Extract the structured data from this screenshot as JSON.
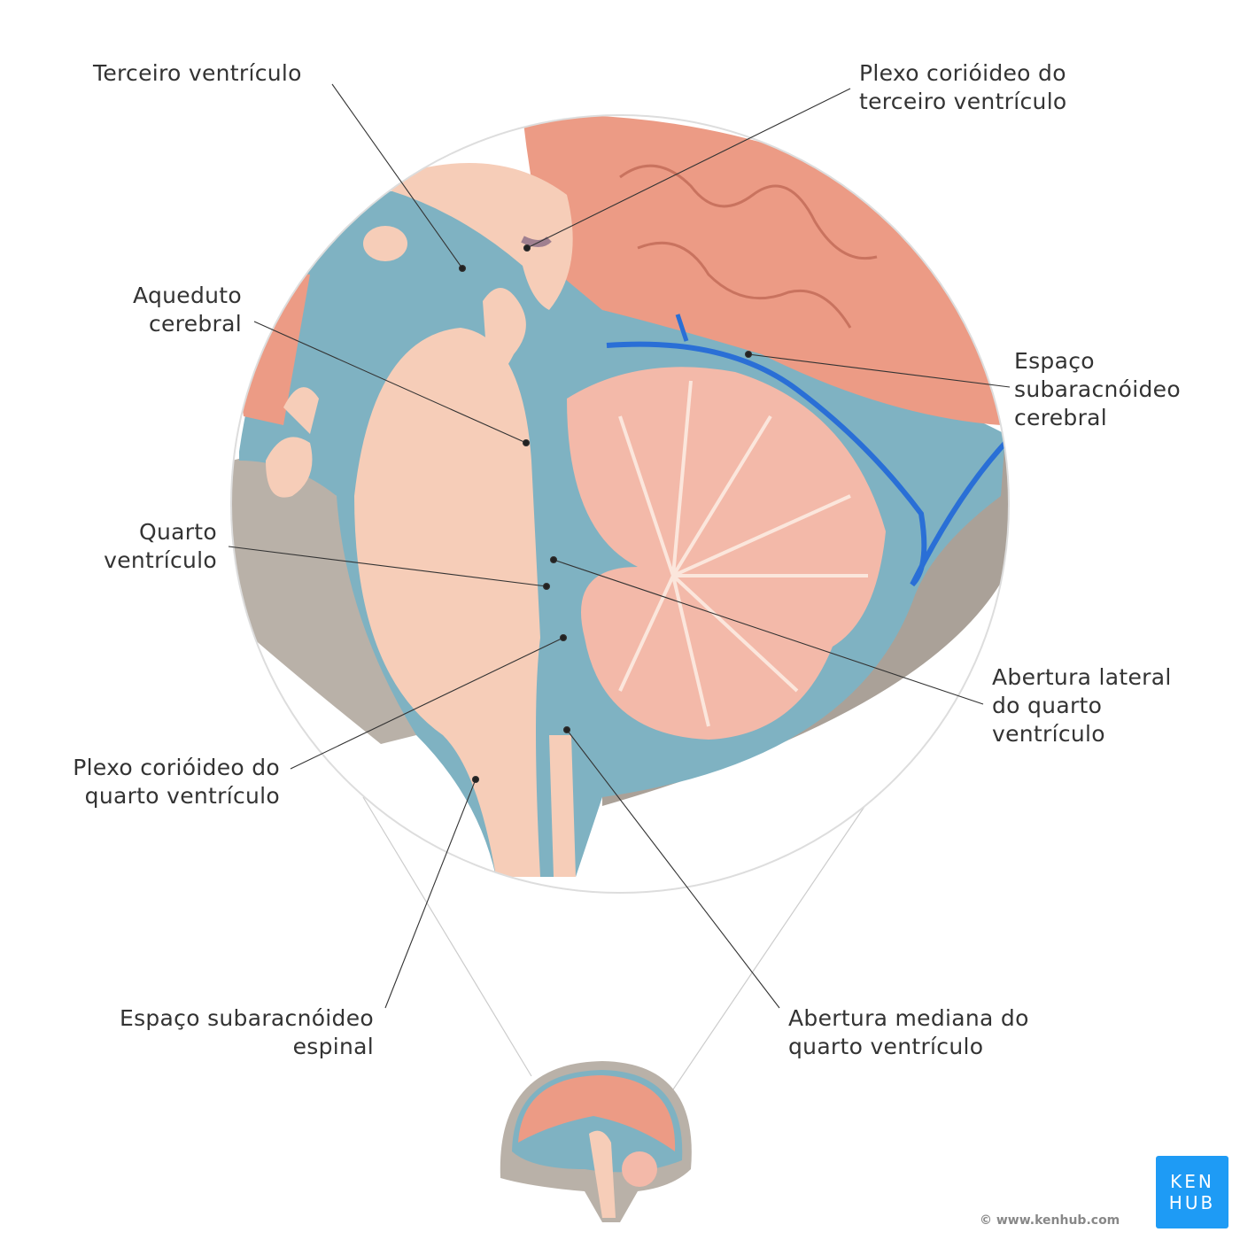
{
  "labels": {
    "third_ventricle": "Terceiro ventrículo",
    "choroid_third_1": "Plexo corióideo do",
    "choroid_third_2": "terceiro ventrículo",
    "aqueduct_1": "Aqueduto",
    "aqueduct_2": "cerebral",
    "cerebral_sas_1": "Espaço",
    "cerebral_sas_2": "subaracnóideo",
    "cerebral_sas_3": "cerebral",
    "fourth_ventricle_1": "Quarto",
    "fourth_ventricle_2": "ventrículo",
    "lateral_aperture_1": "Abertura lateral",
    "lateral_aperture_2": "do quarto",
    "lateral_aperture_3": "ventrículo",
    "choroid_fourth_1": "Plexo corióideo do",
    "choroid_fourth_2": "quarto ventrículo",
    "spinal_sas_1": "Espaço subaracnóideo",
    "spinal_sas_2": "espinal",
    "median_aperture_1": "Abertura mediana do",
    "median_aperture_2": "quarto ventrículo"
  },
  "branding": {
    "logo_line1": "KEN",
    "logo_line2": "HUB",
    "copyright": "© www.kenhub.com",
    "watermark": "www.kenhub.com ©"
  },
  "colors": {
    "csf": "#7fb2c2",
    "brainstem": "#f6cdb8",
    "cortex": "#ec9b85",
    "bone": "#b9b1a8",
    "vein": "#2a6fd6",
    "logo": "#1e9bf5"
  }
}
